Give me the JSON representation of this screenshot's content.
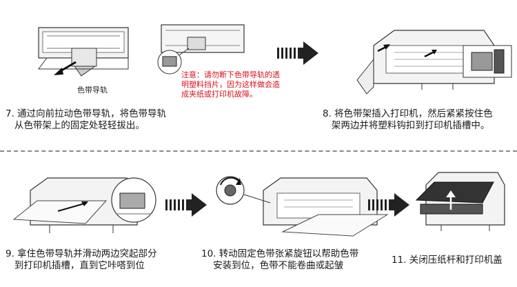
{
  "colors": {
    "note": "#d8101a",
    "arrow": "#222222",
    "divider": "#888888"
  },
  "step7": {
    "label": "色带导轨",
    "note": "注意：请勿断下色带导轨的透\n明塑料挡片，因为这样做会造\n成夹纸或打印机故障。",
    "caption": "7. 通过向前拉动色带导轨，将色带导轨\n   从色带架上的固定处轻轻拔出。"
  },
  "step8": {
    "caption": "8. 将色带架插入打印机，然后紧紧按住色\n   架两边并将塑料钩扣到打印机插槽中。"
  },
  "step9": {
    "caption": "9. 拿住色带导轨并滑动两边突起部分\n   到打印机插槽，直到它咔嗒到位"
  },
  "step10": {
    "caption": "10. 转动固定色带张紧旋钮以帮助色带\n    安装到位，色带不能卷曲或起皱"
  },
  "step11": {
    "caption": "11. 关闭压纸杆和打印机盖"
  },
  "icons": [
    "ribbon-cartridge-icon",
    "double-arrow-icon",
    "printer-icon",
    "knob-rotate-icon"
  ]
}
